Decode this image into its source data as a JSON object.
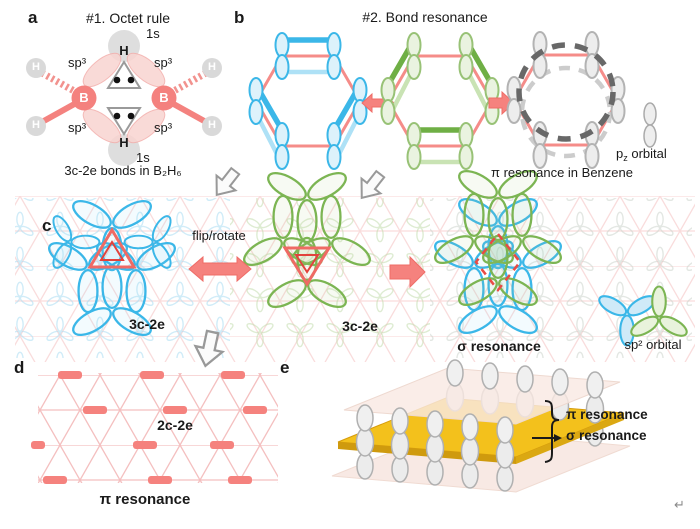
{
  "figure": {
    "panel_a": {
      "label": "a",
      "title": "#1. Octet rule",
      "orbital_1s": "1s",
      "hydrogen": "H",
      "boron": "B",
      "sp3": "sp³",
      "caption": "3c-2e bonds in B₂H₆"
    },
    "panel_b": {
      "label": "b",
      "title": "#2. Bond resonance",
      "pz": {
        "pre": "p",
        "sub": "z",
        "post": " orbital"
      },
      "caption": "π resonance in Benzene"
    },
    "panel_c": {
      "label": "c",
      "flip_rotate": "flip/rotate",
      "bond_label_blue": "3c-2e",
      "bond_label_green": "3c-2e",
      "sigma_caption": "σ resonance",
      "sp2_caption": "sp² orbital"
    },
    "panel_d": {
      "label": "d",
      "bond_label": "2c-2e",
      "caption": "π resonance"
    },
    "panel_e": {
      "label": "e",
      "pi_label": "π resonance",
      "sigma_label": "σ resonance"
    },
    "return_mark": "↵"
  },
  "icons": {
    "pz_orbital_icon": "vertical two-lobe p orbital (figure-8)",
    "sp2_orbital_blue_icon": "blue three-lobe trefoil",
    "sp2_orbital_green_icon": "green three-lobe trefoil",
    "resonance_double_arrow_icon": "⬌",
    "resonance_single_arrow_icon": "➡",
    "flow_arrow_icon": "⇩",
    "electron_pair_icon": "two black dots in triangle"
  },
  "colors": {
    "accent_red": "#f5827e",
    "bond_pink": "#f58c89",
    "blue": "#3bb7e8",
    "green": "#6faf45",
    "gray_orbital": "#b3b3b3",
    "dark_dash_gray": "#686868",
    "yellow_slab": "#f3c11c",
    "pink_slab": "#f8e8e2",
    "lattice_pink": "#f3b8b8"
  }
}
